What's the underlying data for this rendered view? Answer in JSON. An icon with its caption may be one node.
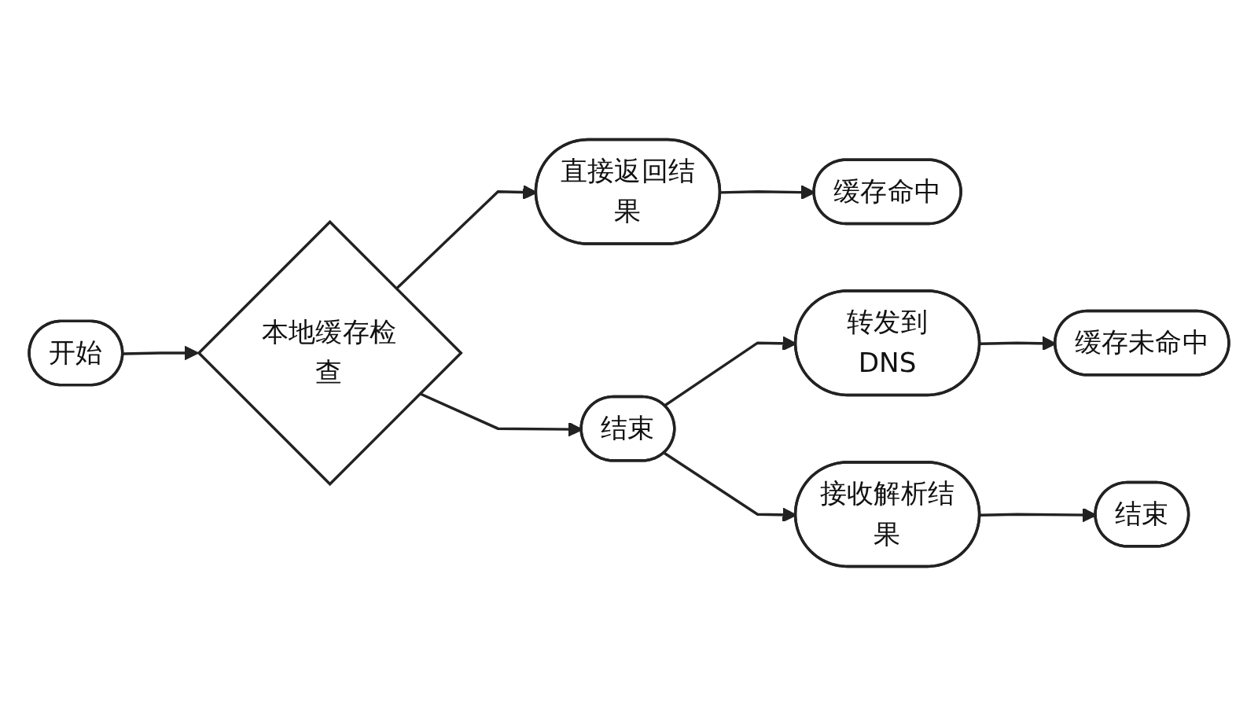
{
  "diagram": {
    "nodes": [
      {
        "text": [
          "开始"
        ]
      },
      {
        "text": [
          "本地缓存检查"
        ]
      },
      {
        "text": [
          "结束"
        ]
      },
      {
        "text": [
          "直接返回结果"
        ]
      },
      {
        "text": [
          "缓存命中"
        ]
      },
      {
        "text": [
          "转发到DNS"
        ]
      },
      {
        "text": [
          "缓存未命中"
        ]
      },
      {
        "text": [
          "接收解析结果"
        ]
      },
      {
        "text": [
          "结束"
        ]
      }
    ],
    "edges": [
      {
        "from": 0,
        "to": 1,
        "arrow": "to"
      },
      {
        "from": 1,
        "to": 2,
        "arrow": "to"
      },
      {
        "from": 1,
        "to": 3,
        "arrow": "to"
      },
      {
        "from": 3,
        "to": 4,
        "arrow": "to"
      },
      {
        "from": 2,
        "to": 5,
        "arrow": "to"
      },
      {
        "from": 2,
        "to": 7,
        "arrow": "to"
      },
      {
        "from": 5,
        "to": 6,
        "arrow": "to"
      },
      {
        "from": 7,
        "to": 8,
        "arrow": "to"
      }
    ]
  }
}
